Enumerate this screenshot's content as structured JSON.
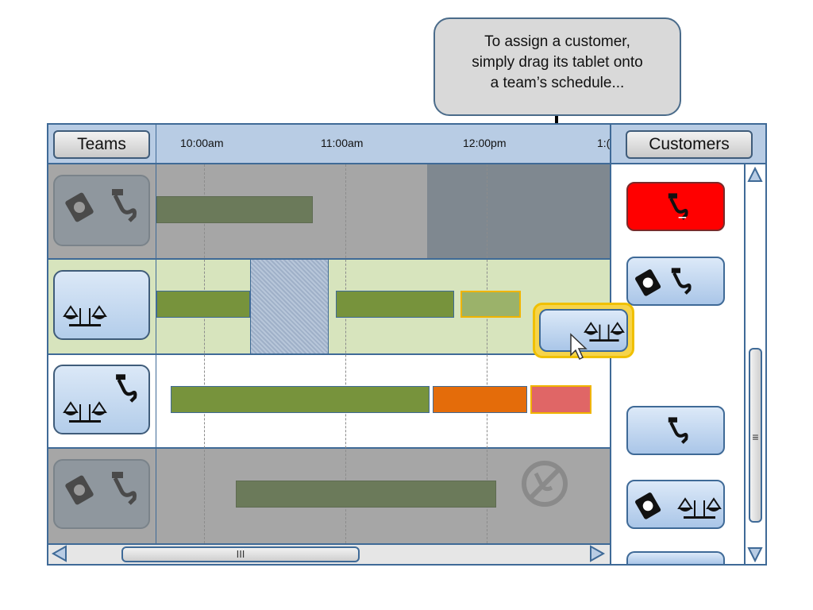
{
  "callout": {
    "line1": "To assign a customer,",
    "line2": "simply drag its tablet onto",
    "line3": "a team’s schedule..."
  },
  "header": {
    "teams_label": "Teams",
    "customers_label": "Customers",
    "times": [
      "10:00am",
      "11:00am",
      "12:00pm",
      "1:("
    ]
  },
  "scrollbar": {
    "h_grip": "III",
    "v_grip": "≡"
  },
  "icons": {
    "money": "money-icon",
    "vacuum": "vacuum-icon",
    "scales": "scales-icon",
    "no_vacuum": "no-vacuum-icon",
    "cursor": "cursor-icon"
  },
  "colors": {
    "accent": "#3f6a97",
    "header_bg": "#b8cce4",
    "task_green": "#77933c",
    "task_orange": "#e46c0a",
    "task_red": "#e06666",
    "highlight_border": "#f0b400",
    "alert_red": "#ff0000"
  }
}
